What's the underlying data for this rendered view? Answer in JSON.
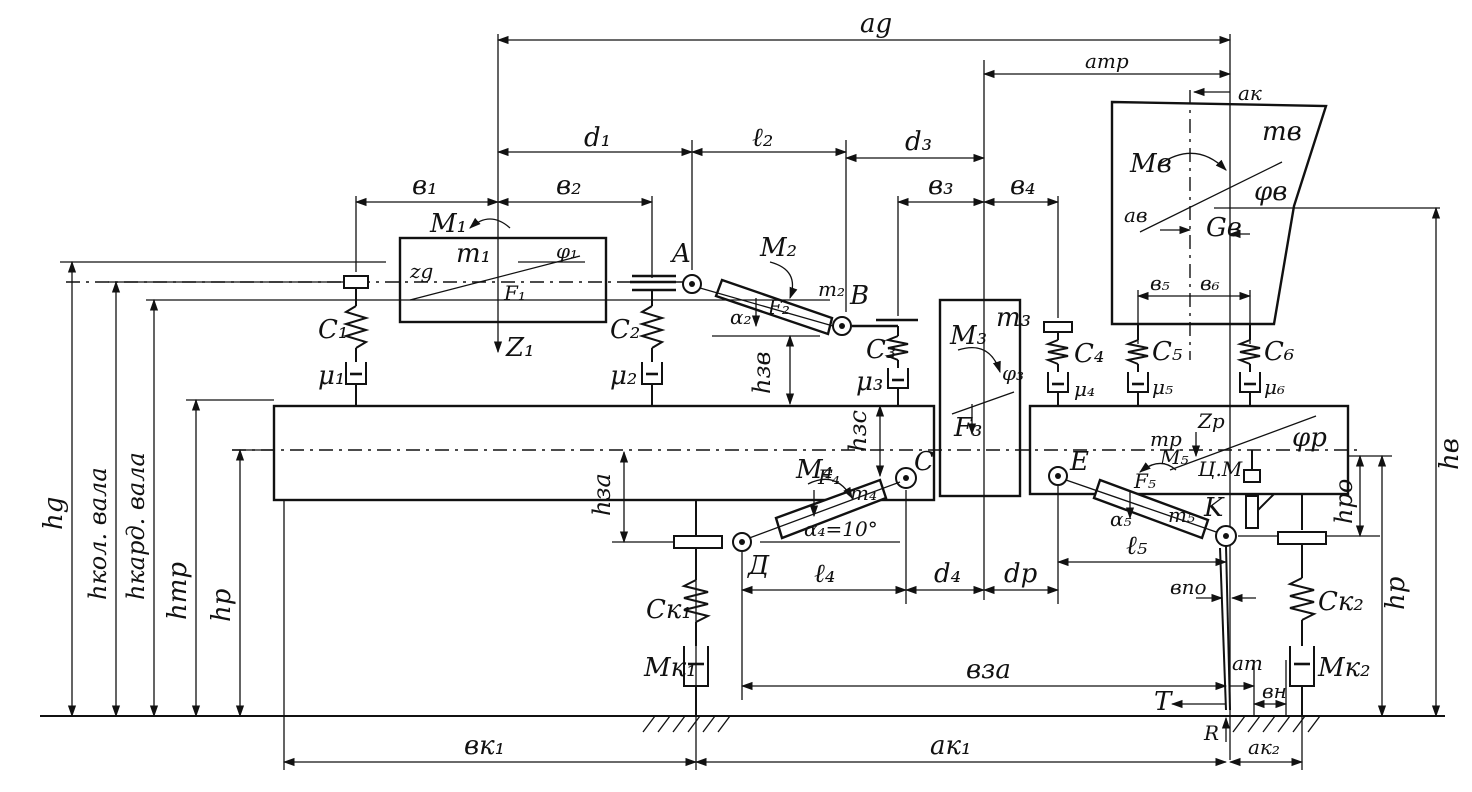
{
  "labels": {
    "a_g": "a𝑔",
    "a_tr": "aтр",
    "a_k": "aк",
    "d1": "d₁",
    "l2": "ℓ₂",
    "d3": "d₃",
    "b1": "в₁",
    "b2": "в₂",
    "b3": "в₃",
    "b4": "в₄",
    "b5": "в₅",
    "b6": "в₆",
    "M1": "M₁",
    "m1": "m₁",
    "phi1": "φ₁",
    "zg": "z𝑔",
    "F1": "F₁",
    "Z1": "Z₁",
    "A": "A",
    "M2": "M₂",
    "m2": "m₂",
    "F2": "F₂",
    "alpha2": "α₂",
    "B": "B",
    "C1": "C₁",
    "C2": "C₂",
    "C3": "C₃",
    "C4": "C₄",
    "C5": "C₅",
    "C6": "C₆",
    "mu1": "μ₁",
    "mu2": "μ₂",
    "mu3": "μ₃",
    "mu4": "μ₄",
    "mu5": "μ₅",
    "mu6": "μ₆",
    "h_zv": "hзв",
    "h_zs": "hзс",
    "h_za": "hза",
    "M3": "M₃",
    "m3": "m₃",
    "phi3": "φ₃",
    "F3": "F₃",
    "Mv": "Mв",
    "mv": "mв",
    "phiv": "φв",
    "av": "aв",
    "Gv": "Gв",
    "Zr": "Zр",
    "mr": "mр",
    "phir": "φр",
    "M5": "M₅",
    "cm": "Ц.М",
    "F5": "F₅",
    "m5": "m₅",
    "K": "K",
    "E": "E",
    "alpha5": "α₅",
    "C": "C",
    "M4": "M₄",
    "F4": "F₄",
    "m4": "m₄",
    "alpha4": "α₄=10°",
    "D": "Д",
    "l4": "ℓ₄",
    "d4": "d₄",
    "dr": "dр",
    "l5": "ℓ₅",
    "bpo": "впо",
    "h_ro": "hро",
    "Ck1": "Cк₁",
    "Mk1": "Mк₁",
    "Ck2": "Cк₂",
    "Mk2": "Mк₂",
    "bza": "вза",
    "at": "aт",
    "bn": "вн",
    "T": "T",
    "R": "R",
    "bk1": "вк₁",
    "ak1": "aк₁",
    "ak2": "aк₂",
    "hg": "h𝑔",
    "hkol": "hкол. вала",
    "hkard": "hкард. вала",
    "htr": "hтр",
    "hr": "hр",
    "hr_right": "hр",
    "hv": "hв"
  }
}
